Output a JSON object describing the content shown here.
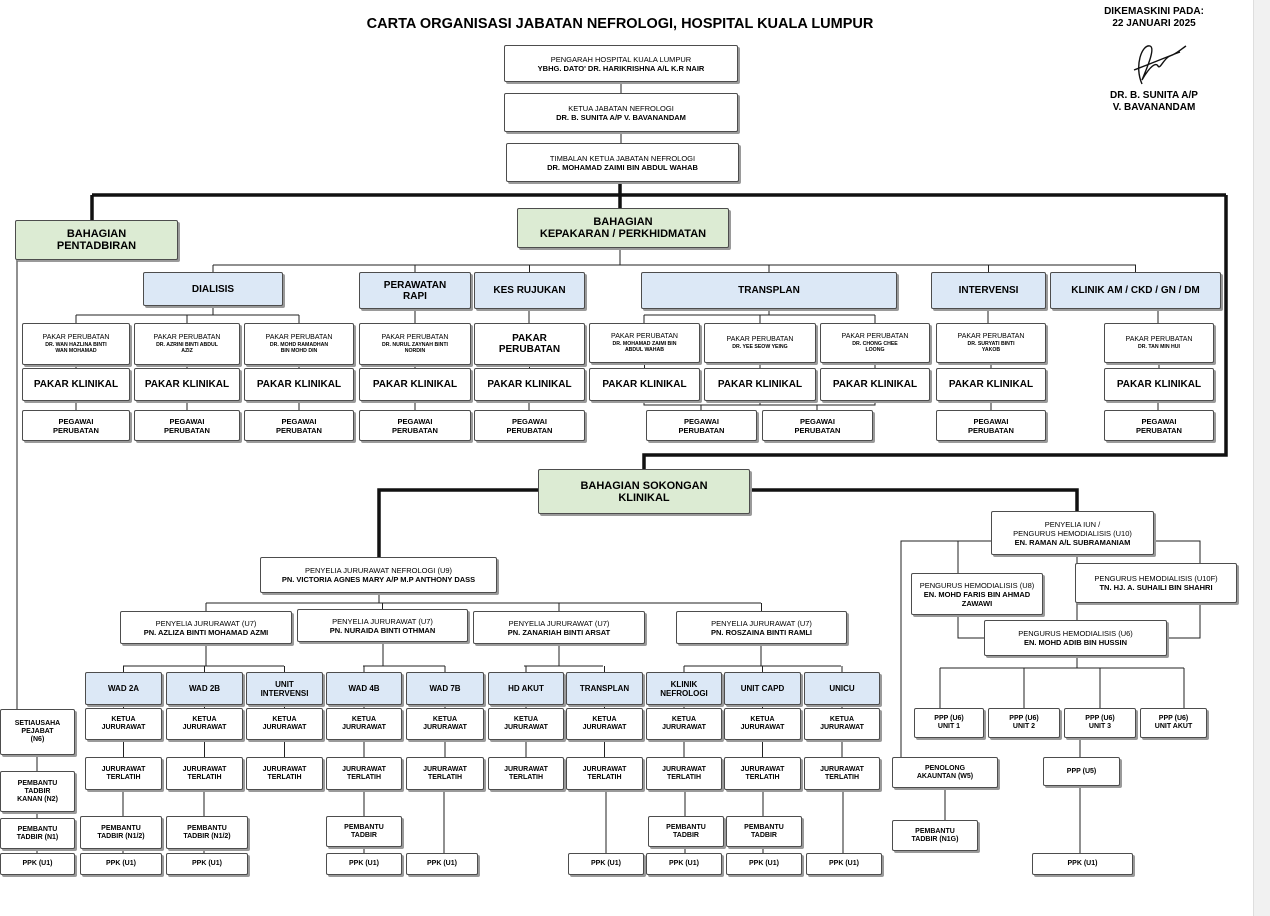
{
  "title": "CARTA ORGANISASI JABATAN NEFROLOGI, HOSPITAL KUALA LUMPUR",
  "update": {
    "label": "DIKEMASKINI PADA:",
    "date": "22 JANUARI 2025",
    "signer": "DR. B. SUNITA A/P\nV. BAVANANDAM"
  },
  "top": [
    {
      "title": "PENGARAH HOSPITAL KUALA LUMPUR",
      "name": "YBHG. DATO' DR. HARIKRISHNA A/L K.R NAIR"
    },
    {
      "title": "KETUA JABATAN NEFROLOGI",
      "name": "DR. B. SUNITA A/P V. BAVANANDAM"
    },
    {
      "title": "TIMBALAN KETUA JABATAN NEFROLOGI",
      "name": "DR. MOHAMAD ZAIMI BIN ABDUL WAHAB"
    }
  ],
  "divisions": {
    "admin": "BAHAGIAN\nPENTADBIRAN",
    "specialist": "BAHAGIAN\nKEPAKARAN / PERKHIDMATAN",
    "support": "BAHAGIAN SOKONGAN\nKLINIKAL"
  },
  "specialties": [
    "DIALISIS",
    "PERAWATAN\nRAPI",
    "KES RUJUKAN",
    "TRANSPLAN",
    "INTERVENSI",
    "KLINIK AM / CKD / GN / DM"
  ],
  "consultants": [
    {
      "title": "PAKAR PERUBATAN",
      "name": "DR. WAN HAZLINA BINTI\nWAN MOHAMAD"
    },
    {
      "title": "PAKAR PERUBATAN",
      "name": "DR. AZRINI BINTI ABDUL\nAZIZ"
    },
    {
      "title": "PAKAR PERUBATAN",
      "name": "DR. MOHD RAMADHAN\nBIN MOHD DIN"
    },
    {
      "title": "PAKAR PERUBATAN",
      "name": "DR. NURUL ZAYNAH BINTI\nNORDIN"
    },
    {
      "title": "PAKAR\nPERUBATAN",
      "name": ""
    },
    {
      "title": "PAKAR PERUBATAN",
      "name": "DR. MOHAMAD ZAIMI BIN\nABDUL WAHAB"
    },
    {
      "title": "PAKAR PERUBATAN",
      "name": "DR. YEE SEOW YEING"
    },
    {
      "title": "PAKAR PERUBATAN",
      "name": "DR. CHONG CHEE\nLOONG"
    },
    {
      "title": "PAKAR PERUBATAN",
      "name": "DR. SURYATI BINTI\nYAKOB"
    },
    {
      "title": "PAKAR PERUBATAN",
      "name": "DR. TAN MIN HUI"
    }
  ],
  "clinical_specialist": "PAKAR KLINIKAL",
  "medical_officer": "PEGAWAI\nPERUBATAN",
  "support": {
    "nurse_supervisor": {
      "title": "PENYELIA JURURAWAT NEFROLOGI (U9)",
      "name": "PN. VICTORIA AGNES MARY A/P M.P ANTHONY DASS"
    },
    "u7": [
      {
        "title": "PENYELIA JURURAWAT (U7)",
        "name": "PN. AZLIZA BINTI MOHAMAD AZMI"
      },
      {
        "title": "PENYELIA JURURAWAT (U7)",
        "name": "PN. NURAIDA BINTI OTHMAN"
      },
      {
        "title": "PENYELIA JURURAWAT (U7)",
        "name": "PN. ZANARIAH BINTI ARSAT"
      },
      {
        "title": "PENYELIA JURURAWAT (U7)",
        "name": "PN. ROSZAINA BINTI RAMLI"
      }
    ],
    "wards": [
      "WAD 2A",
      "WAD 2B",
      "UNIT\nINTERVENSI",
      "WAD 4B",
      "WAD 7B",
      "HD AKUT",
      "TRANSPLAN",
      "KLINIK\nNEFROLOGI",
      "UNIT CAPD",
      "UNICU"
    ],
    "head_nurse": "KETUA\nJURURAWAT",
    "trained_nurse": "JURURAWAT\nTERLATIH",
    "ppk": "PPK (U1)",
    "admin_chain": [
      "SETIAUSAHA\nPEJABAT\n(N6)",
      "PEMBANTU\nTADBIR\nKANAN (N2)",
      "PEMBANTU\nTADBIR (N1)",
      "PPK (U1)"
    ],
    "pt_n1_2": "PEMBANTU\nTADBIR (N1/2)",
    "pt": "PEMBANTU\nTADBIR",
    "hemo": {
      "lead": {
        "title": "PENYELIA IUN /\nPENGURUS HEMODIALISIS (U10)",
        "name": "EN. RAMAN A/L SUBRAMANIAM"
      },
      "u8": {
        "title": "PENGURUS HEMODIALISIS (U8)",
        "name": "EN. MOHD FARIS BIN AHMAD\nZAWAWI"
      },
      "u10f": {
        "title": "PENGURUS HEMODIALISIS (U10F)",
        "name": "TN. HJ. A. SUHAILI BIN SHAHRI"
      },
      "u6": {
        "title": "PENGURUS HEMODIALISIS (U6)",
        "name": "EN. MOHD ADIB BIN HUSSIN"
      },
      "ppp_units": [
        "PPP (U6)\nUNIT 1",
        "PPP (U6)\nUNIT 2",
        "PPP (U6)\nUNIT 3",
        "PPP (U6)\nUNIT AKUT"
      ],
      "accountant": "PENOLONG\nAKAUNTAN (W5)",
      "ppp_u5": "PPP (U5)",
      "admin_n1g": "PEMBANTU\nTADBIR (N1G)",
      "ppk": "PPK (U1)"
    }
  },
  "colors": {
    "division": "#dcebd3",
    "unit": "#dce8f6",
    "border": "#4d4d4d",
    "thick_line": "#111111"
  }
}
